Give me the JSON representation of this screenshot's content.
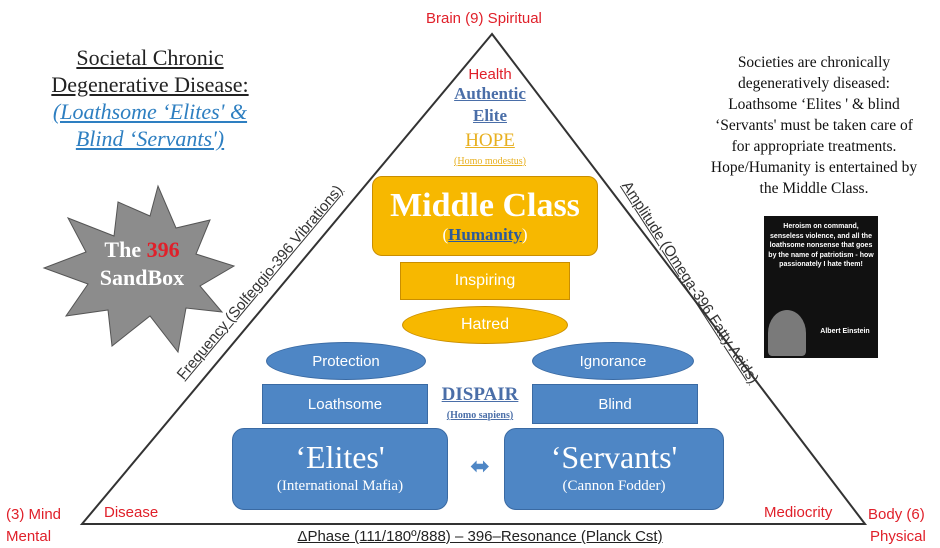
{
  "title": {
    "line1": "Societal Chronic",
    "line2": "Degenerative Disease:",
    "line3": "(Loathsome ‘Elites' &",
    "line4": "Blind ‘Servants')"
  },
  "vertices": {
    "top": "Brain (9) Spiritual",
    "left_top": "(3) Mind",
    "left_bottom": "Mental",
    "right_top": "Body (6)",
    "right_bottom": "Physical"
  },
  "sides": {
    "left": "Frequency (Solfeggio-396 Vibrations)",
    "right": "Amplitude (Omega-396 Fatty Acids)",
    "base": "ΔPhase (111/180º/888)  – 396–Resonance (Planck Cst)"
  },
  "corner_labels": {
    "disease": "Disease",
    "mediocrity": "Mediocrity"
  },
  "apex": {
    "health": "Health",
    "authentic": "Authentic",
    "elite": "Elite",
    "hope": "HOPE",
    "hope_sub": "(Homo modestus)"
  },
  "middle_class": {
    "title": "Middle Class",
    "paren_open": "(",
    "humanity": "Humanity",
    "paren_close": ")",
    "inspiring": "Inspiring",
    "hatred": "Hatred"
  },
  "lower": {
    "protection": "Protection",
    "ignorance": "Ignorance",
    "loathsome": "Loathsome",
    "blind": "Blind",
    "despair": "DISPAIR",
    "despair_sub": "(Homo sapiens)",
    "elites": "‘Elites'",
    "elites_sub": "(International Mafia)",
    "servants": "‘Servants'",
    "servants_sub": "(Cannon Fodder)",
    "arrow": "⬌"
  },
  "sandbox": {
    "the": "The ",
    "num": "396",
    "label": "SandBox"
  },
  "right_text": {
    "l1": "Societies are chronically",
    "l2": "degeneratively diseased:",
    "l3": "Loathsome ‘Elites ' & blind",
    "l4": "‘Servants' must be taken care of",
    "l5": "for appropriate treatments.",
    "l6": "Hope/Humanity is entertained by",
    "l7": "the Middle Class."
  },
  "quote": {
    "text": "Heroism on command, senseless violence, and all the loathsome nonsense that goes by the name of patriotism - how passionately I hate them!",
    "author": "Albert Einstein"
  },
  "colors": {
    "gold": "#f7b800",
    "blue": "#4e86c5",
    "red": "#e0202a",
    "star": "#8c8c8c"
  }
}
